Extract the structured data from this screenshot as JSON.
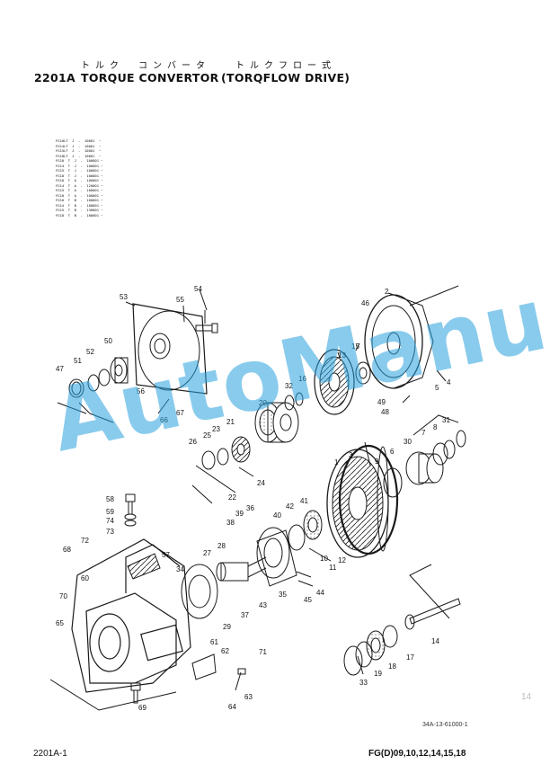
{
  "header": {
    "kana_left": "トルク　コンバータ",
    "kana_right": "トルクフロー式",
    "code": "2201A",
    "title": "TORQUE CONVERTOR",
    "subtitle": "(TORQFLOW DRIVE)"
  },
  "serials": [
    "FG10LT  J  -  10001  ~",
    "FG14LT  J  -  10001  ~",
    "FG15LT  J  -  10001  ~",
    "FG18LT  J  -  10001  ~",
    "FG10  T  J  -  100001 ~",
    "FG14  T  J  -  100001 ~",
    "FG15  T  J  -  100001 ~",
    "FG18  T  J  -  100001 ~",
    "FG10  T  A  -  100001 ~",
    "FG14  T  A  -  120001 ~",
    "FG15  T  A  -  100001 ~",
    "FG18  T  A  -  100001 ~",
    "FG10  T  B  -  100001 ~",
    "FG14  T  B  -  100001 ~",
    "FG15  T  B  -  130001 ~",
    "FG18  T  B  -  100001 ~"
  ],
  "callouts": [
    "1",
    "2",
    "3",
    "4",
    "5",
    "6",
    "7",
    "8",
    "9",
    "10",
    "11",
    "12",
    "13",
    "14",
    "15",
    "16",
    "17",
    "18",
    "19",
    "20",
    "21",
    "22",
    "23",
    "24",
    "25",
    "26",
    "27",
    "28",
    "29",
    "30",
    "31",
    "32",
    "33",
    "34",
    "35",
    "36",
    "37",
    "38",
    "39",
    "40",
    "41",
    "42",
    "43",
    "44",
    "45",
    "46",
    "47",
    "48",
    "49",
    "50",
    "51",
    "52",
    "53",
    "54",
    "55",
    "56",
    "57",
    "58",
    "59",
    "60",
    "61",
    "62",
    "63",
    "64",
    "65",
    "66",
    "67",
    "68",
    "69",
    "70",
    "71",
    "72",
    "73",
    "74"
  ],
  "watermark": "AutoManual",
  "reference_code": "34A-13-61000-1",
  "margin_note": "14",
  "footer": {
    "page": "2201A-1",
    "models": "FG(D)09,10,12,14,15,18"
  }
}
